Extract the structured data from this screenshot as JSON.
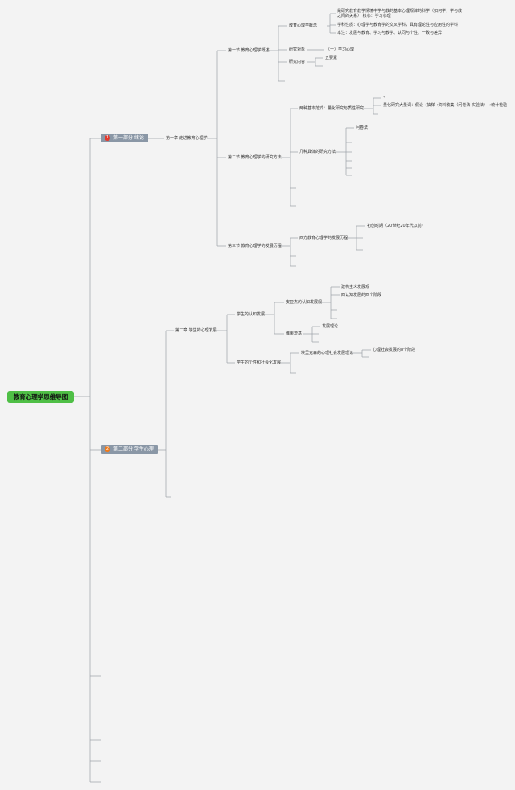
{
  "root": {
    "title": "教育心理学思维导图"
  },
  "parts": [
    {
      "label": "第一部分 绪论",
      "badge": "1",
      "badge_color": "#e23b2e"
    },
    {
      "label": "第二部分 学生心理",
      "badge": "2",
      "badge_color": "#f07a1a"
    }
  ],
  "chapters": {
    "ch1": "第一章 走进教育心理学",
    "ch2": "第二章 学生的心理发展"
  },
  "sections": {
    "s1": "第一节 教育心理学概述",
    "s2": "第二节 教育心理学的研究方法",
    "s3": "第三节 教育心理学的发展历程",
    "c2a": "学生的认知发展",
    "c2b": "学生的个性和社会化发展"
  },
  "topics": {
    "concept": "教育心理学概念",
    "concept_items": [
      "是研究教育教学情境中学与教的基本心理规律的科学（如何学；学与教",
      "之间的关系）   核心：学习心理",
      "学科性质：心理学与教育学的交叉学科，具有理论性与应用性的学科",
      "本注：发展与教育、学习与教学、认同与个性、一致与差异"
    ],
    "object": "研究对象",
    "object_item": "（一）学习心理",
    "content": "研究内容",
    "content_item": "五要素",
    "paradigm": "两种基本范式：量化研究与质性研究",
    "paradigm_items": [
      "*",
      "量化研究大量词：假设→抽样→资料收集（问卷法 实验法）→统计检验"
    ],
    "methods": "几种具体的研究方法",
    "methods_item": "问卷法",
    "history": "西方教育心理学的发展历程",
    "history_item": "初创时期（20世纪20年代以前）",
    "cognitive": "皮亚杰的认知发展观",
    "cognitive_items": [
      "建构主义发展观",
      "四认知发展的四个阶段"
    ],
    "vygotsky": "维果茨基",
    "vygotsky_item": "发展理论",
    "erikson": "埃里克森的心理社会发展理论",
    "erikson_item": "心理社会发展的8个阶段"
  },
  "colors": {
    "background": "#f3f3f3",
    "line": "#9aa0a6",
    "root_fill": "#4fbf46",
    "part_fill": "#8a97a6"
  }
}
